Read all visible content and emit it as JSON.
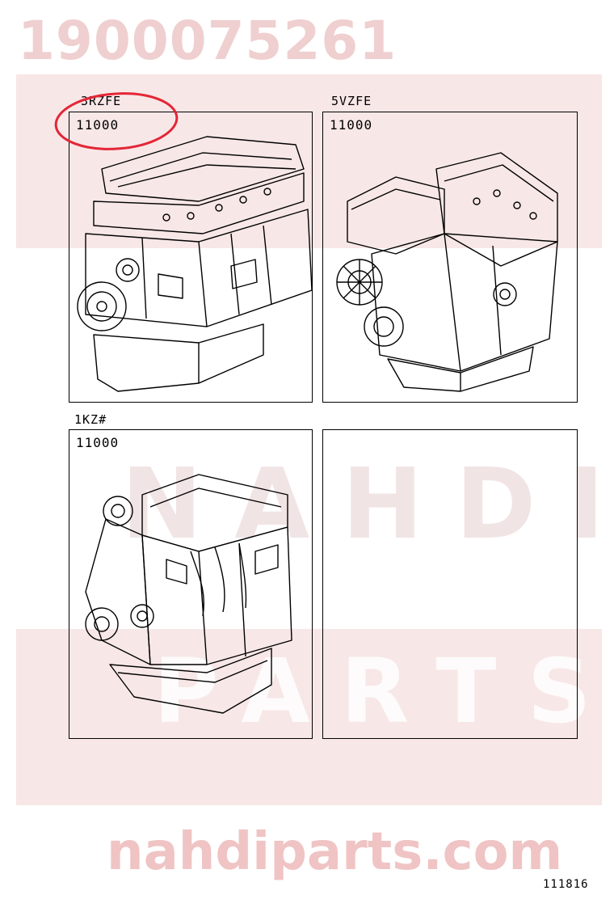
{
  "watermark": {
    "part_number": "1900075261",
    "brand": "NAHDI",
    "brand_sub": "PARTS",
    "site": "nahdiparts.com"
  },
  "panels": [
    {
      "engine": "3RZFE",
      "code": "11000"
    },
    {
      "engine": "5VZFE",
      "code": "11000"
    },
    {
      "engine": "1KZ#",
      "code": "11000"
    },
    {
      "engine": "",
      "code": ""
    }
  ],
  "page_ref": "111816",
  "colors": {
    "highlight": "#e32636",
    "watermark": "#f3d4d4",
    "line": "#000000"
  }
}
